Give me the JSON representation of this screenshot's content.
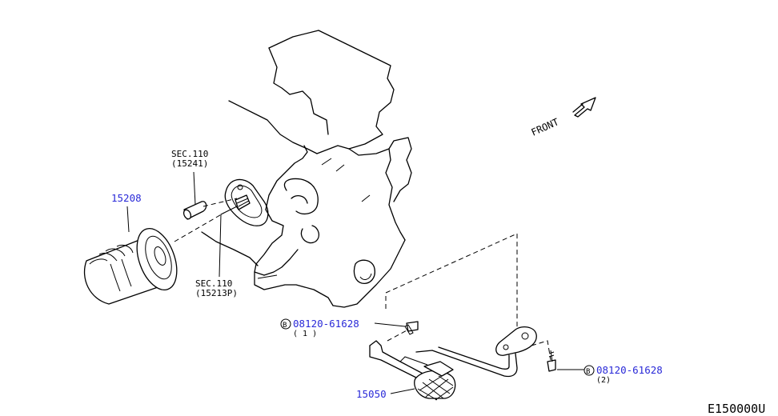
{
  "labels": {
    "sec110_top": "SEC.110",
    "sec110_top_ref": "(15241)",
    "sec110_bottom": "SEC.110",
    "sec110_bottom_ref": "(15213P)",
    "front": "FRONT"
  },
  "parts": {
    "oil_filter": "15208",
    "strainer": "15050",
    "bolt_1": "08120-61628",
    "bolt_1_qty": "( 1 )",
    "bolt_2": "08120-61628",
    "bolt_2_qty": "(2)",
    "bolt_symbol": "B"
  },
  "diagram_code": "E150000U",
  "colors": {
    "part_number": "#2a2ad8",
    "line": "#000000"
  }
}
